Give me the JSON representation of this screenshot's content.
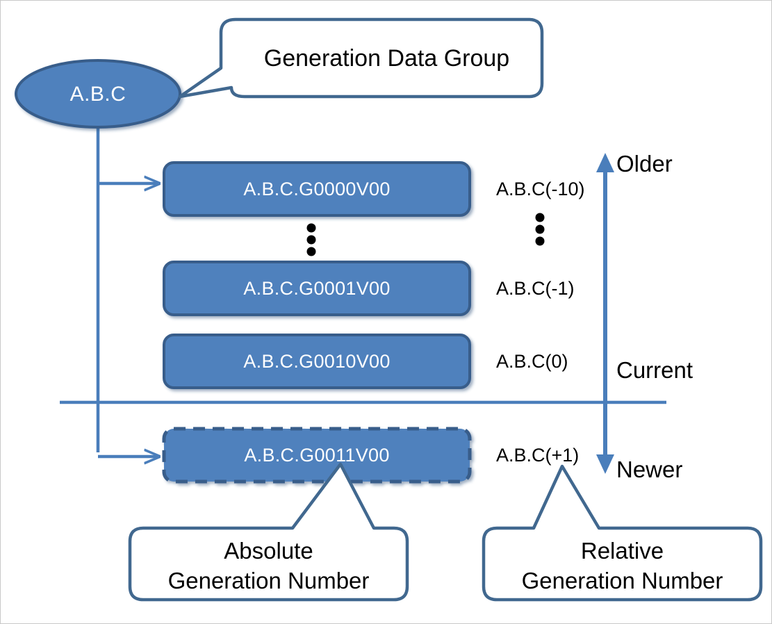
{
  "diagram": {
    "title_callout": "Generation Data Group",
    "group_node": "A.B.C",
    "generations": [
      {
        "absolute": "A.B.C.G0000V00",
        "relative": "A.B.C(-10)",
        "dashed": false
      },
      {
        "absolute": "A.B.C.G0001V00",
        "relative": "A.B.C(-1)",
        "dashed": false
      },
      {
        "absolute": "A.B.C.G0010V00",
        "relative": "A.B.C(0)",
        "dashed": false
      },
      {
        "absolute": "A.B.C.G0011V00",
        "relative": "A.B.C(+1)",
        "dashed": true
      }
    ],
    "axis": {
      "top_label": "Older",
      "middle_label": "Current",
      "bottom_label": "Newer"
    },
    "callouts": {
      "absolute": {
        "line1": "Absolute",
        "line2": "Generation Number"
      },
      "relative": {
        "line1": "Relative",
        "line2": "Generation Number"
      }
    },
    "ellipsis_symbol": "⋮",
    "colors": {
      "box_fill": "#4F81BD",
      "box_border": "#385D8A",
      "connector": "#4A7EBB",
      "callout_border": "#41688F",
      "text_light": "#FFFFFF",
      "text_dark": "#000000"
    }
  }
}
